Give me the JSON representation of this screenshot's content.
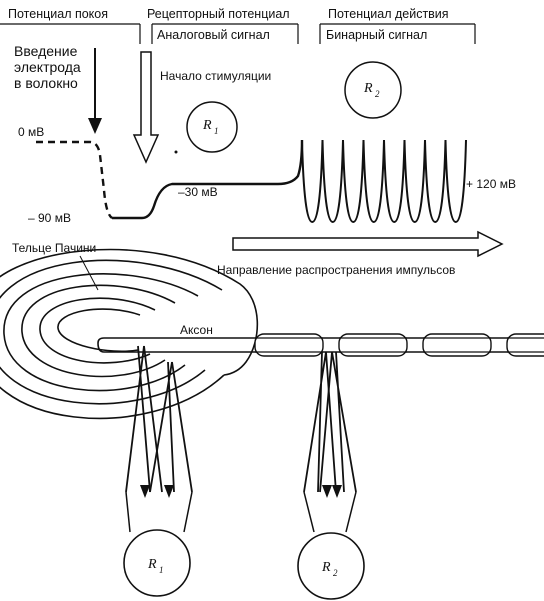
{
  "header": {
    "resting": "Потенциал покоя",
    "receptor": "Рецепторный потенциал",
    "action": "Потенциал действия",
    "analog": "Аналоговый сигнал",
    "binary": "Бинарный сигнал"
  },
  "labels": {
    "electrode_line1": "Введение",
    "electrode_line2": "электрода",
    "electrode_line3": "в волокно",
    "stimulation": "Начало стимуляции",
    "zero_mv": "0 мВ",
    "minus90": "– 90 мВ",
    "minus30": "–30 мВ",
    "plus120": "+ 120 мВ",
    "pacinian": "Тельце Пачини",
    "direction": "Направление  распространения импульсов",
    "axon": "Аксон"
  },
  "regions": {
    "r1_top": {
      "letter": "R",
      "sub": "1"
    },
    "r2_top": {
      "letter": "R",
      "sub": "2"
    },
    "r1_bottom": {
      "letter": "R",
      "sub": "1"
    },
    "r2_bottom": {
      "letter": "R",
      "sub": "2"
    }
  },
  "trace": {
    "resting_mv": -90,
    "receptor_mv": -30,
    "action_peak_mv": 120,
    "spike_count": 8
  }
}
